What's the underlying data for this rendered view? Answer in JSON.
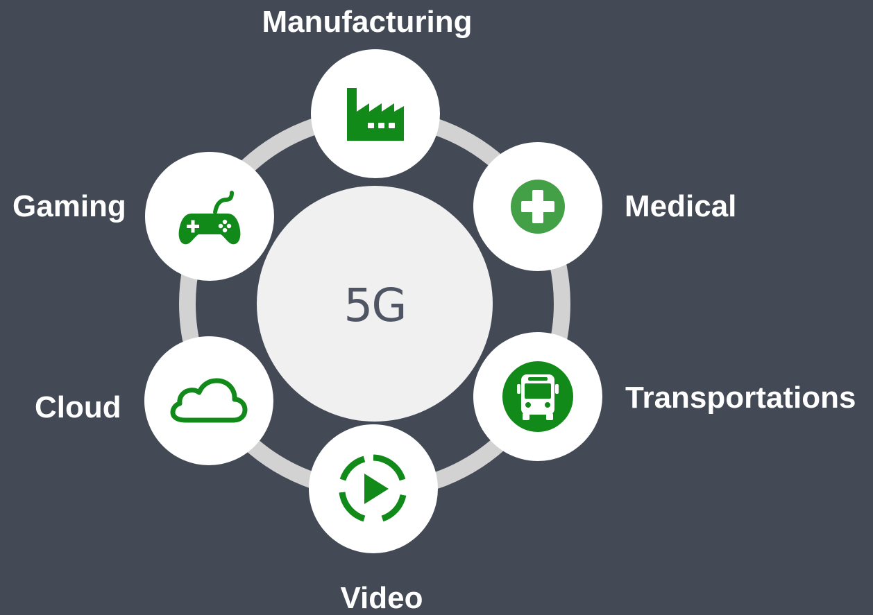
{
  "center": {
    "label": "5G"
  },
  "nodes": {
    "manufacturing": {
      "label": "Manufacturing",
      "icon": "factory-icon"
    },
    "medical": {
      "label": "Medical",
      "icon": "medical-cross-icon"
    },
    "transportations": {
      "label": "Transportations",
      "icon": "bus-icon"
    },
    "video": {
      "label": "Video",
      "icon": "play-icon"
    },
    "cloud": {
      "label": "Cloud",
      "icon": "cloud-icon"
    },
    "gaming": {
      "label": "Gaming",
      "icon": "gamepad-icon"
    }
  },
  "colors": {
    "background": "#434955",
    "ring": "#d2d2d2",
    "center_fill": "#f0f0f0",
    "icon_green": "#118a1a",
    "medical_green": "#43a047"
  }
}
